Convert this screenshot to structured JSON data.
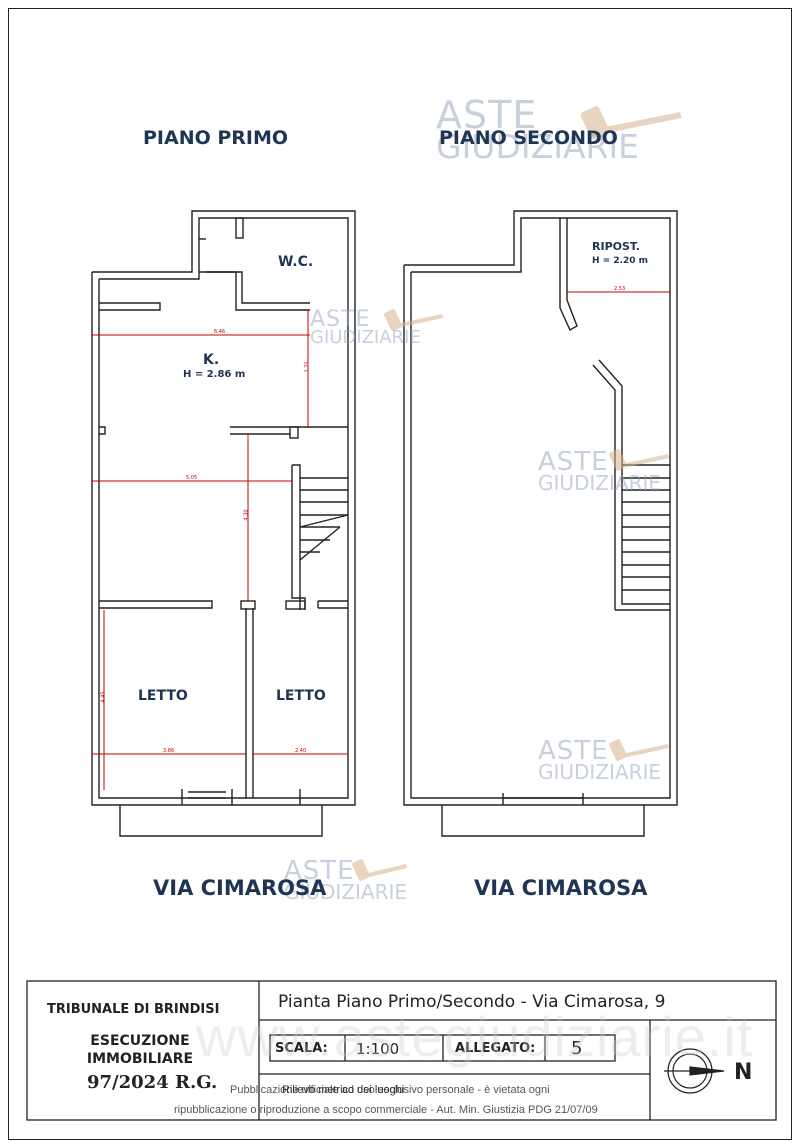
{
  "floors": {
    "first": "PIANO PRIMO",
    "second": "PIANO SECONDO"
  },
  "rooms": {
    "wc": "W.C.",
    "kitchen": "K.",
    "kitchen_height": "H = 2.86 m",
    "bed1": "LETTO",
    "bed2": "LETTO",
    "storage": "RIPOST.",
    "storage_height": "H = 2.20 m"
  },
  "dimensions": {
    "k_width": "6.46",
    "k_height": "2.75",
    "mid_width": "5.05",
    "mid_height": "4.30",
    "bed1_height": "4.45",
    "bed1_width": "3.86",
    "bed2_width": "2.40",
    "storage_width": "2.53"
  },
  "streets": {
    "left": "VIA CIMAROSA",
    "right": "VIA CIMAROSA"
  },
  "watermark": {
    "line1": "ASTE",
    "line2": "GIUDIZIARIE",
    "site": "www.astegiudiziarie.it"
  },
  "title_block": {
    "court": "TRIBUNALE DI BRINDISI",
    "proc_line1": "ESECUZIONE",
    "proc_line2": "IMMOBILIARE",
    "case": "97/2024 R.G.",
    "plan_title": "Pianta Piano Primo/Secondo - Via Cimarosa, 9",
    "scale_label": "SCALA:",
    "scale_value": "1:100",
    "attachment_label": "ALLEGATO:",
    "attachment_value": "5",
    "north": "N"
  },
  "disclaimer": {
    "line1": "Pubblicazione ufficiale ad uso esclusivo personale - è vietata ogni",
    "line1b": "Rilievo metrico dei luoghi",
    "line2": "ripubblicazione o riproduzione a scopo commerciale - Aut. Min. Giustizia PDG 21/07/09"
  },
  "colors": {
    "title": "#1f3553",
    "dimension": "#cc0000",
    "watermark": "#9aa9bf"
  }
}
